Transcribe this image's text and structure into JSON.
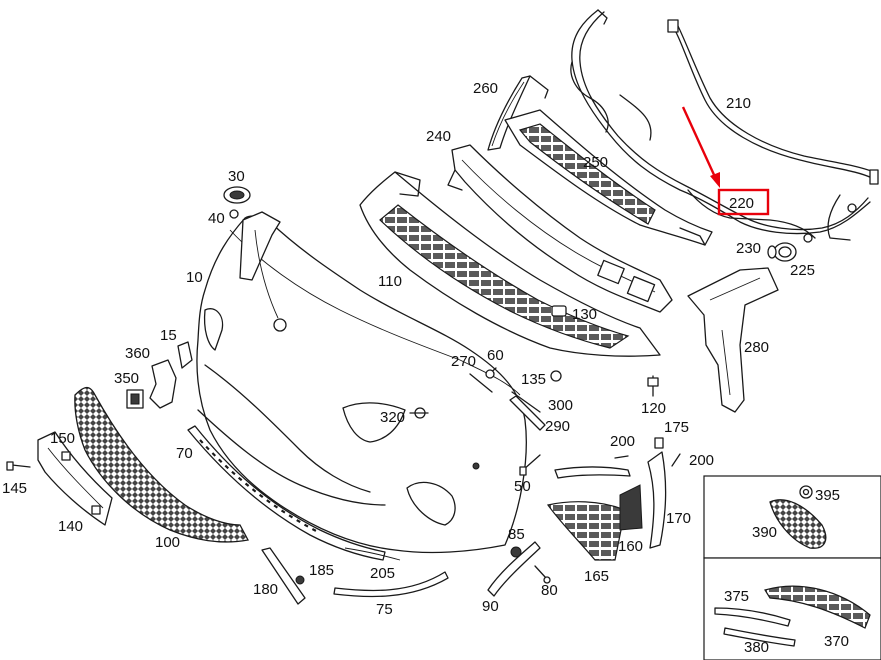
{
  "diagram": {
    "callouts": {
      "c10": "10",
      "c15": "15",
      "c30": "30",
      "c40": "40",
      "c50": "50",
      "c60": "60",
      "c70": "70",
      "c75": "75",
      "c80": "80",
      "c85": "85",
      "c90": "90",
      "c100": "100",
      "c110": "110",
      "c120": "120",
      "c130": "130",
      "c135": "135",
      "c140": "140",
      "c145": "145",
      "c150": "150",
      "c160": "160",
      "c165": "165",
      "c170": "170",
      "c175": "175",
      "c180": "180",
      "c185": "185",
      "c200a": "200",
      "c200b": "200",
      "c205": "205",
      "c210": "210",
      "c220": "220",
      "c225": "225",
      "c230": "230",
      "c240": "240",
      "c250": "250",
      "c260": "260",
      "c270": "270",
      "c280": "280",
      "c290": "290",
      "c300": "300",
      "c320": "320",
      "c350": "350",
      "c360": "360",
      "c370": "370",
      "c375": "375",
      "c380": "380",
      "c390": "390",
      "c395": "395"
    },
    "highlight": {
      "part": "220",
      "color": "#e8000b"
    },
    "colors": {
      "line": "#1a1a1a",
      "background": "#ffffff"
    }
  }
}
